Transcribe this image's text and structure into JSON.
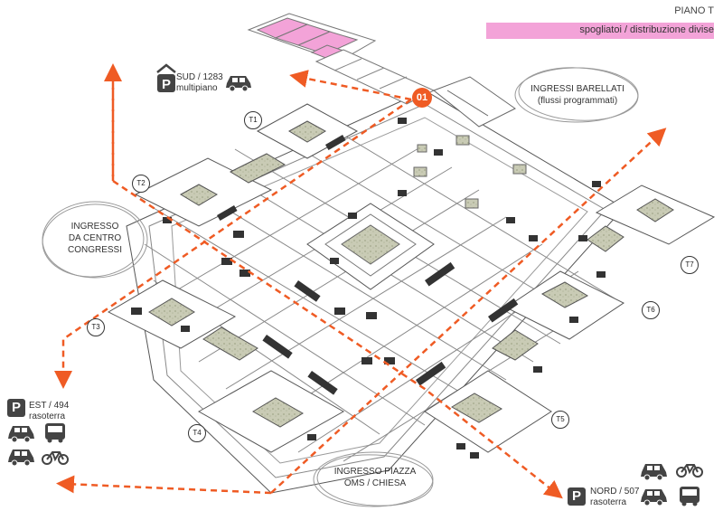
{
  "header": {
    "floor": "PIANO T",
    "legend": "spogliatoi / distribuzione divise",
    "legend_color": "#f3a3d8"
  },
  "accent_color": "#ef5b24",
  "marker": {
    "number": "01"
  },
  "annotations": {
    "barellati": [
      "INGRESSI BARELLATI",
      "(flussi programmati)"
    ],
    "congressi": [
      "INGRESSO",
      "DA CENTRO",
      "CONGRESSI"
    ],
    "piazza": [
      "INGRESSO PIAZZA",
      "OMS / CHIESA"
    ]
  },
  "parkings": {
    "sud": {
      "line1": "SUD / 1283",
      "line2": "multipiano",
      "letter": "P"
    },
    "est": {
      "line1": "EST / 494",
      "line2": "rasoterra",
      "letter": "P"
    },
    "nord": {
      "line1": "NORD / 507",
      "line2": "rasoterra",
      "letter": "P"
    }
  },
  "towers": [
    "T1",
    "T2",
    "T3",
    "T4",
    "T5",
    "T6",
    "T7"
  ],
  "icons": [
    "car-icon",
    "bus-icon",
    "bike-icon",
    "parking-icon"
  ]
}
